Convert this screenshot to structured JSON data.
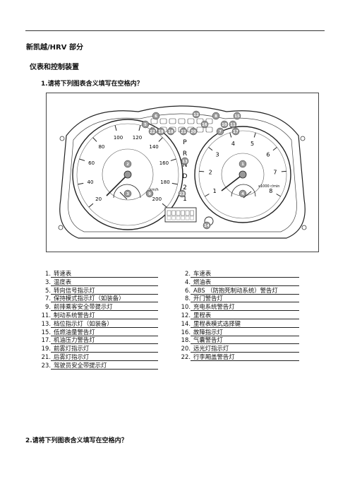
{
  "header": {
    "section": "新凯越/HRV 部分",
    "heading": "仪表和控制装置"
  },
  "question1": "1.请将下列图表含义填写在空格内？",
  "question2": "2.请将下列图表含义填写在空格内？",
  "figure": {
    "speed_ticks": [
      "20",
      "40",
      "60",
      "80",
      "100",
      "120",
      "140",
      "160",
      "180",
      "200"
    ],
    "tach_ticks": [
      "1",
      "2",
      "3",
      "4",
      "5",
      "6",
      "7",
      "8"
    ],
    "gear_letters": [
      "P",
      "R",
      "N",
      "D",
      "2",
      "1"
    ],
    "speed_unit": "km/h",
    "tach_unit": "x1000 r/min",
    "callouts": [
      "1",
      "2",
      "3",
      "4",
      "5",
      "6",
      "7",
      "8",
      "9",
      "10",
      "11",
      "12",
      "13",
      "14",
      "15",
      "16",
      "17",
      "18",
      "19",
      "20",
      "21",
      "22",
      "23"
    ]
  },
  "legend": [
    {
      "n": "1.",
      "text": "转速表"
    },
    {
      "n": "2.",
      "text": "车速表"
    },
    {
      "n": "3.",
      "text": "温度表"
    },
    {
      "n": "4.",
      "text": "燃油表"
    },
    {
      "n": "5.",
      "text": "转向信号指示灯"
    },
    {
      "n": "6.",
      "text": "ABS （防抱死制动系统）警告灯"
    },
    {
      "n": "7.",
      "text": "保持模式指示灯（如装备）"
    },
    {
      "n": "8.",
      "text": "开门警告灯"
    },
    {
      "n": "9.",
      "text": "前排乘客安全带提示灯"
    },
    {
      "n": "10.",
      "text": "充电系统警告灯"
    },
    {
      "n": "11.",
      "text": "制动系统警告灯"
    },
    {
      "n": "12.",
      "text": "里程表"
    },
    {
      "n": "13.",
      "text": "档位指示灯（如装备）"
    },
    {
      "n": "14.",
      "text": "里程表模式选择键"
    },
    {
      "n": "15.",
      "text": "低燃油量警告灯"
    },
    {
      "n": "16.",
      "text": "故障指示灯"
    },
    {
      "n": "17.",
      "text": "机油压力警告灯"
    },
    {
      "n": "18.",
      "text": "气囊警告灯"
    },
    {
      "n": "19.",
      "text": "前雾灯指示灯"
    },
    {
      "n": "20.",
      "text": "远光灯指示灯"
    },
    {
      "n": "21.",
      "text": "后雾灯指示灯"
    },
    {
      "n": "22.",
      "text": "行李厢盖警告灯"
    },
    {
      "n": "23.",
      "text": "驾驶员安全带提示灯"
    }
  ]
}
